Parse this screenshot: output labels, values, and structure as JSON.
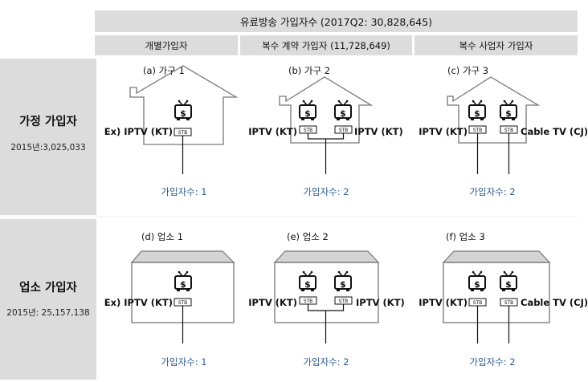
{
  "header": {
    "title": "유료방송 가입자수 (2017Q2: 30,828,645)",
    "columns": [
      "개별가입자",
      "복수 계약 가입자 (11,728,649)",
      "복수 사업자 가입자"
    ]
  },
  "rows": [
    {
      "title": "가정 가입자",
      "count": "2015년:3,025,033"
    },
    {
      "title": "업소 가입자",
      "count": "2015년: 25,157,138"
    }
  ],
  "cells": {
    "a": {
      "caption": "(a) 가구 1",
      "left_label": "Ex) IPTV (KT)",
      "count": "가입자수: 1"
    },
    "b": {
      "caption": "(b) 가구 2",
      "left_label": "IPTV (KT)",
      "right_label": "IPTV (KT)",
      "count": "가입자수: 2"
    },
    "c": {
      "caption": "(c) 가구 3",
      "left_label": "IPTV (KT)",
      "right_label": "Cable TV (CJ)",
      "count": "가입자수: 2"
    },
    "d": {
      "caption": "(d) 업소 1",
      "left_label": "Ex) IPTV (KT)",
      "count": "가입자수: 1"
    },
    "e": {
      "caption": "(e) 업소 2",
      "left_label": "IPTV (KT)",
      "right_label": "IPTV (KT)",
      "count": "가입자수: 2"
    },
    "f": {
      "caption": "(f) 업소 3",
      "left_label": "IPTV (KT)",
      "right_label": "Cable TV (CJ)",
      "count": "가입자수: 2"
    }
  },
  "stb_label": "STB",
  "tv_symbol": "$",
  "colors": {
    "header_bg": "#dcdcdc",
    "count_text": "#2e5b8c",
    "outline": "#777777"
  }
}
